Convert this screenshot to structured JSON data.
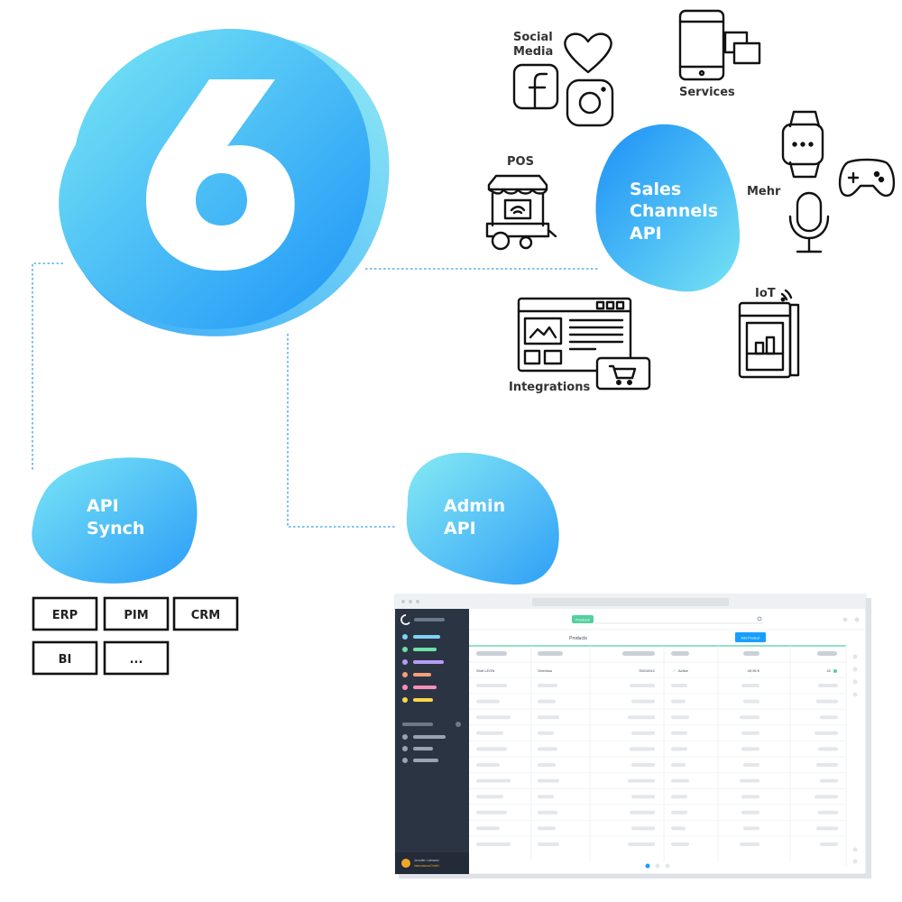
{
  "brand": {
    "logo_glyph": "6",
    "logo_icon": "shopware-logo"
  },
  "colors": {
    "blob_dark": "#1e96f8",
    "blob_light": "#6ee2f5",
    "line": "#2ea0e6",
    "icon_stroke": "#111111"
  },
  "sales_channels": {
    "blob": {
      "line1": "Sales",
      "line2": "Channels",
      "line3": "API"
    },
    "labels": {
      "social_media_1": "Social",
      "social_media_2": "Media",
      "services": "Services",
      "pos": "POS",
      "mehr": "Mehr",
      "iot": "IoT",
      "integrations": "Integrations"
    },
    "icons": [
      "heart-icon",
      "facebook-icon",
      "instagram-icon",
      "phone-devices-icon",
      "pos-cart-icon",
      "smartwatch-icon",
      "gamepad-icon",
      "microphone-icon",
      "fridge-icon",
      "browser-cart-icon"
    ]
  },
  "api_synch": {
    "blob": {
      "line1": "API",
      "line2": "Synch"
    },
    "systems": [
      "ERP",
      "PIM",
      "CRM",
      "BI",
      "..."
    ]
  },
  "admin_api": {
    "blob": {
      "line1": "Admin",
      "line2": "API"
    }
  },
  "admin_screenshot": {
    "search_tag": "Products",
    "toolbar_title": "Products",
    "add_button": "Add Product",
    "row": {
      "name": "Shirt LEON",
      "manufacturer": "Onerloss",
      "number": "SW10012",
      "status": "Active",
      "price": "49,95 €",
      "stock": "42"
    },
    "user_name": "Jennifer Lidmann",
    "user_company": "International GmbH",
    "nav_colors": [
      "#7dd3f5",
      "#6fe0a6",
      "#b79cf6",
      "#f59f7b",
      "#f78fb8",
      "#f9d64a"
    ]
  }
}
